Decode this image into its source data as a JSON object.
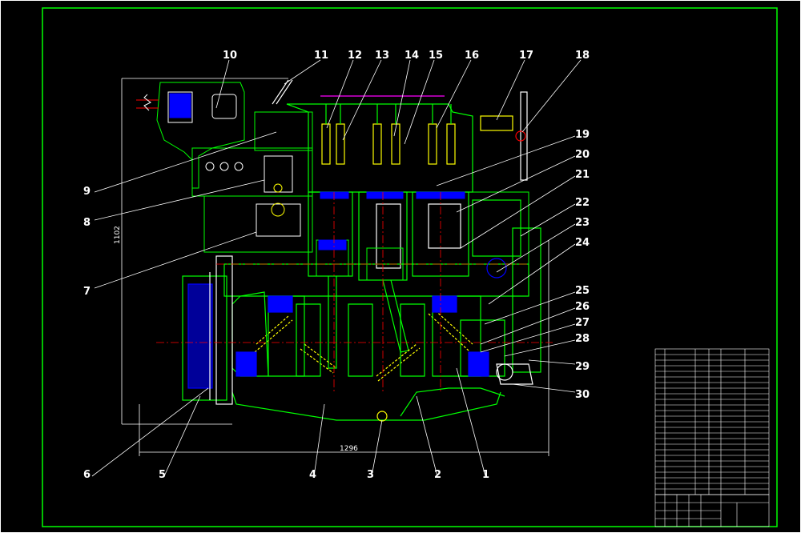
{
  "drawing": {
    "part_labels": [
      "1",
      "2",
      "3",
      "4",
      "5",
      "6",
      "7",
      "8",
      "9",
      "10",
      "11",
      "12",
      "13",
      "14",
      "15",
      "16",
      "17",
      "18",
      "19",
      "20",
      "21",
      "22",
      "23",
      "24",
      "25",
      "26",
      "27",
      "28",
      "29",
      "30"
    ],
    "dimension_width": "1296",
    "dimension_height": "1102"
  },
  "colors": {
    "background": "#000000",
    "outline": "#00ff00",
    "hatch": "#0000ff",
    "fuel": "#ffff00",
    "centerline": "#ff0000",
    "detail": "#ffffff",
    "pipes": "#ff00ff"
  }
}
